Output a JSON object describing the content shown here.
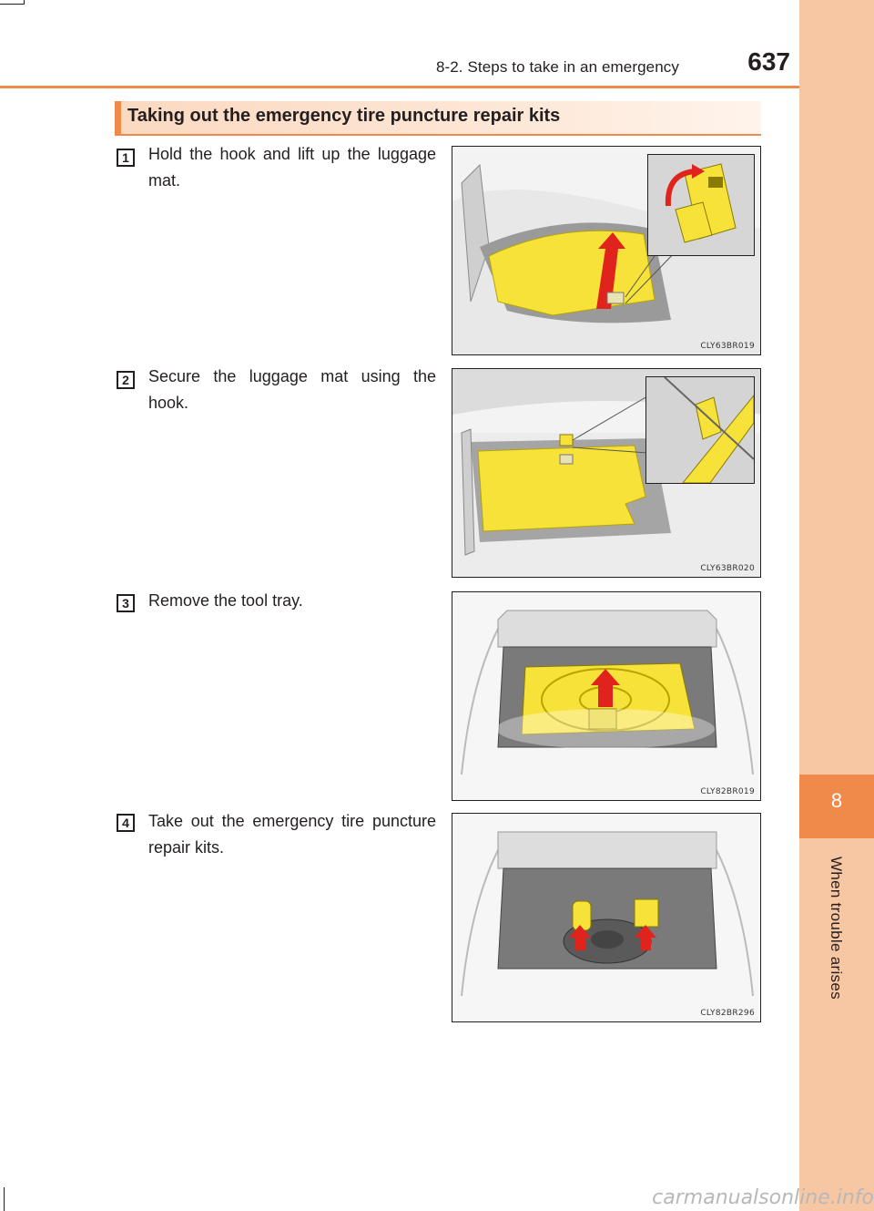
{
  "header": {
    "section": "8-2. Steps to take in an emergency",
    "page_number": "637"
  },
  "side_tab": {
    "chapter_number": "8",
    "chapter_title": "When trouble arises"
  },
  "section_title": "Taking out the emergency tire puncture repair kits",
  "steps": [
    {
      "number": "1",
      "text": "Hold the hook and lift up the luggage mat.",
      "figure_code": "CLY63BR019"
    },
    {
      "number": "2",
      "text": "Secure the luggage mat using the hook.",
      "figure_code": "CLY63BR020"
    },
    {
      "number": "3",
      "text": "Remove the tool tray.",
      "figure_code": "CLY82BR019"
    },
    {
      "number": "4",
      "text": "Take out the emergency tire puncture repair kits.",
      "figure_code": "CLY82BR296"
    }
  ],
  "colors": {
    "accent": "#f08a4b",
    "tab_light": "#f7c6a3",
    "highlight_yellow": "#f7e23a",
    "arrow_red": "#e0231c"
  },
  "watermark": "carmanualsonline.info"
}
